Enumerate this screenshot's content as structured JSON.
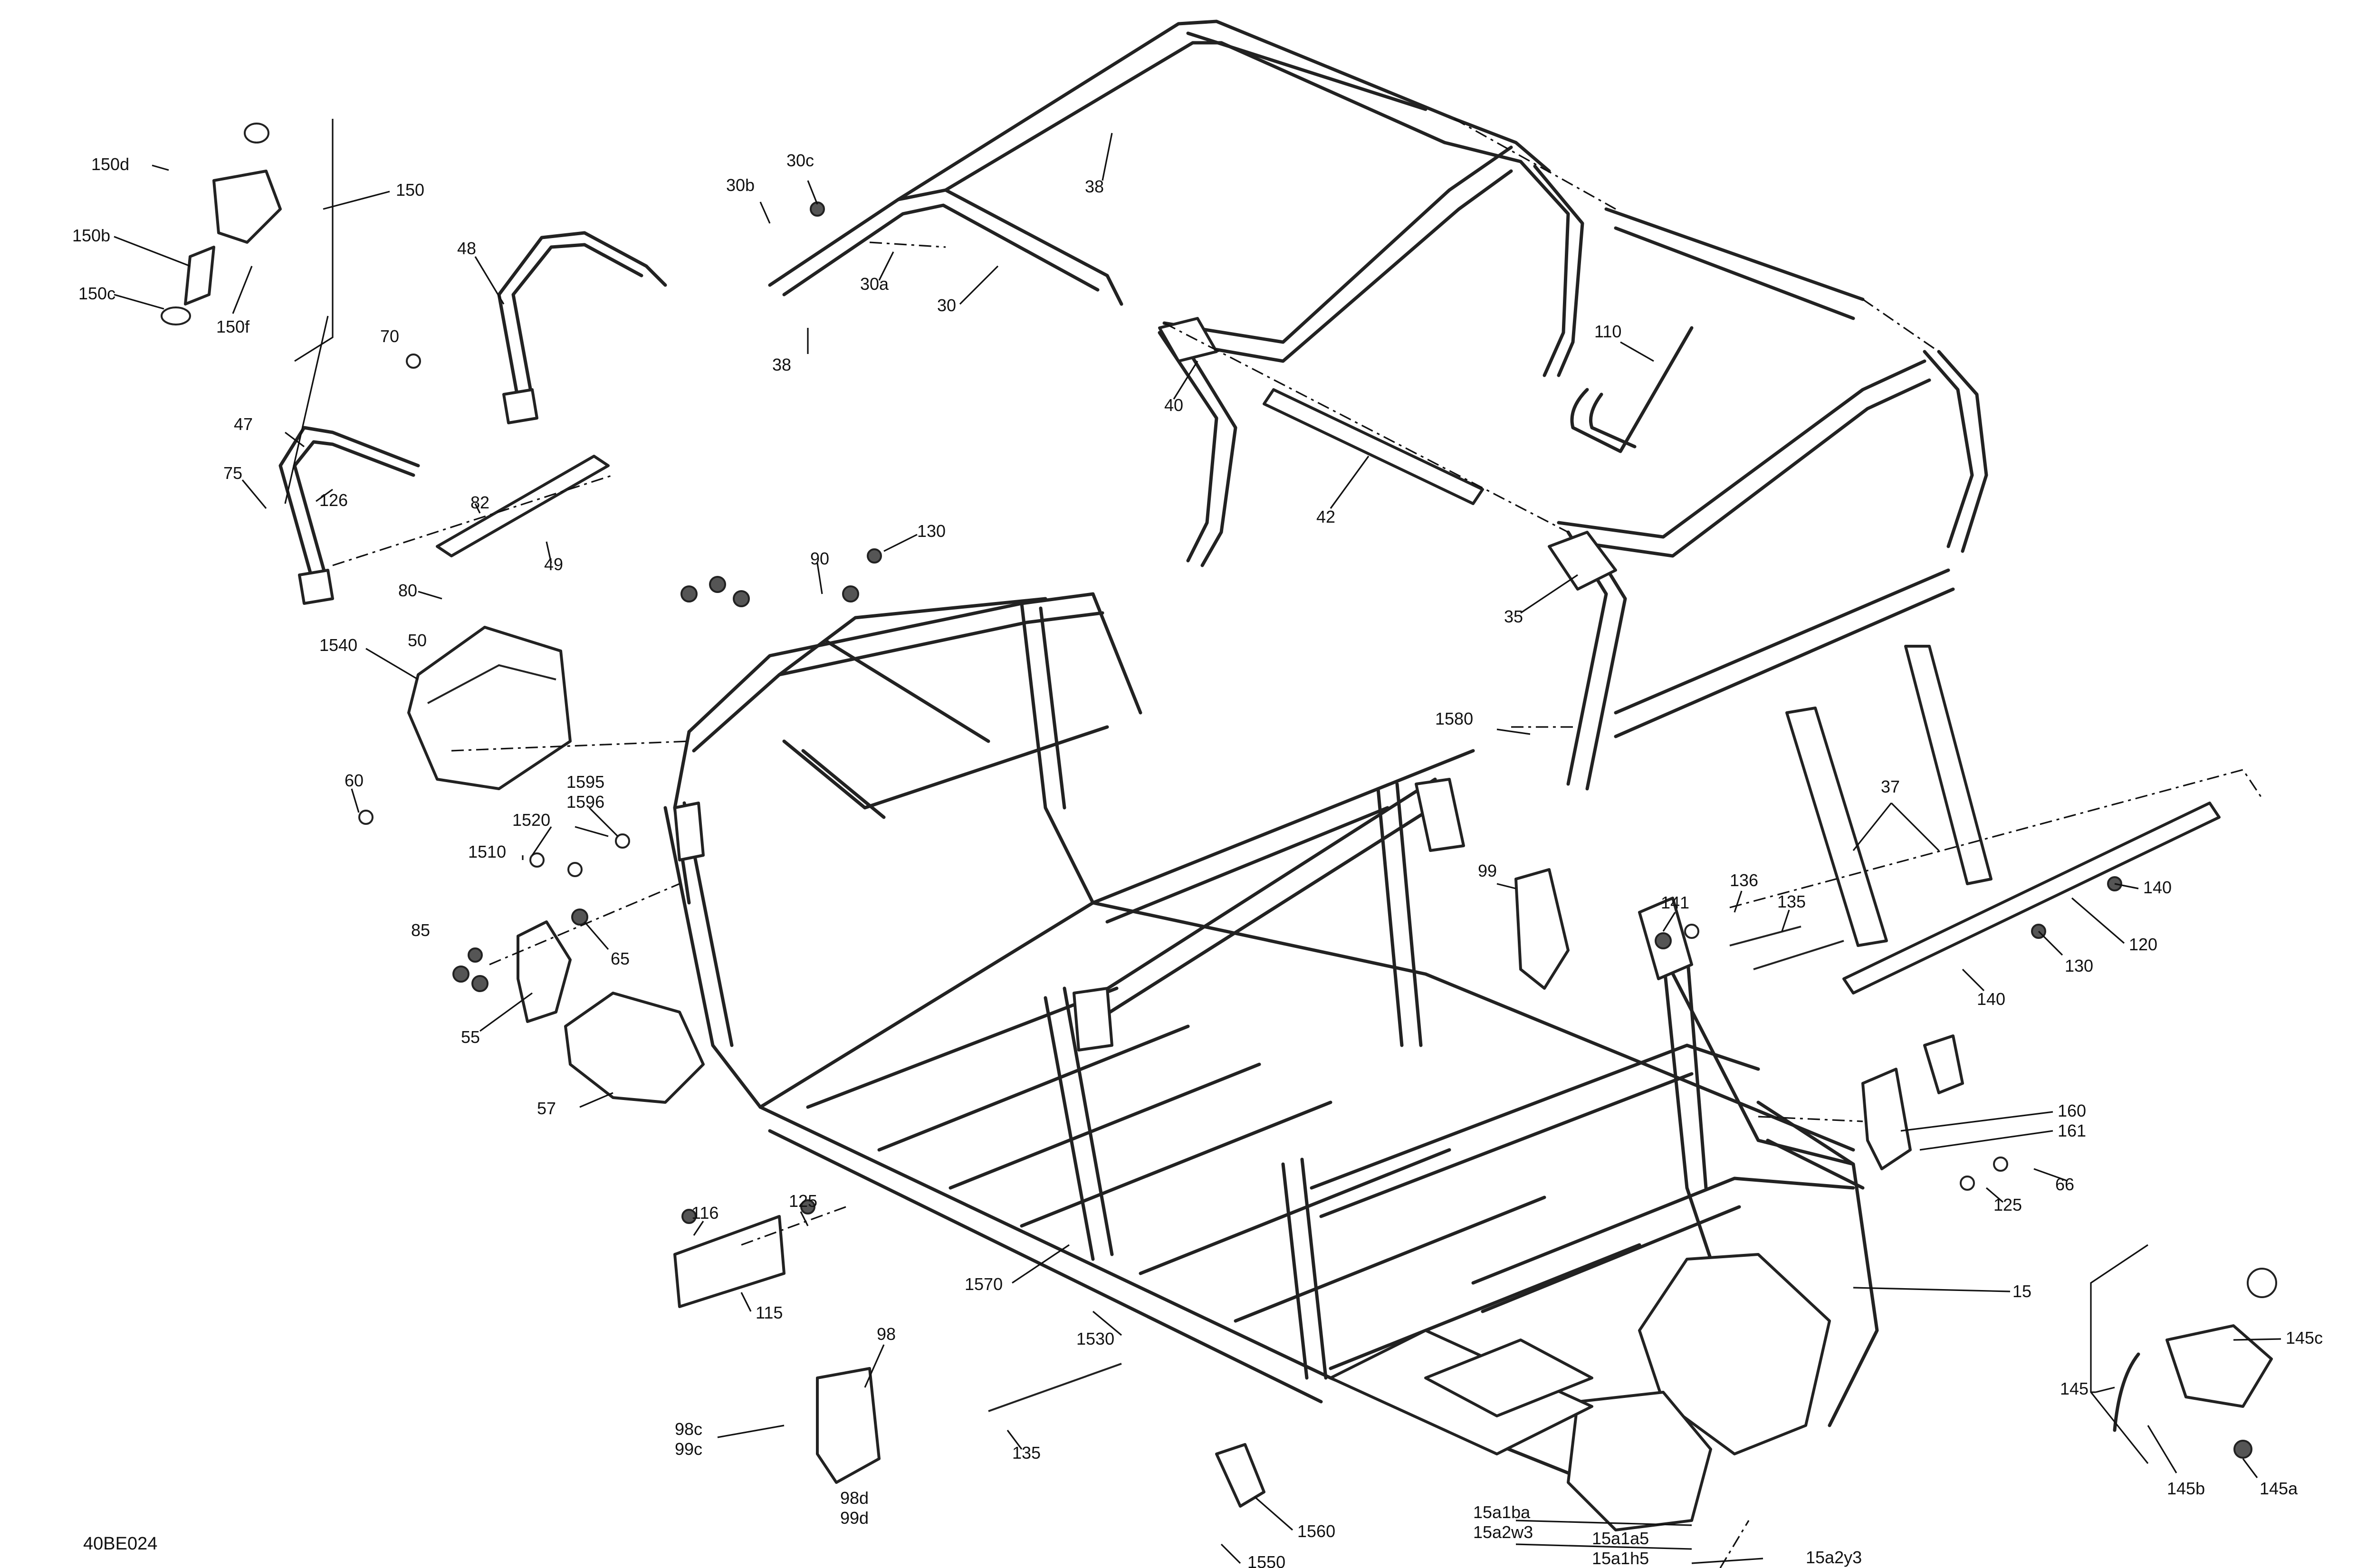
{
  "drawing_code": "40BE024",
  "callouts": [
    {
      "id": "c150d",
      "text": "150d"
    },
    {
      "id": "c150b",
      "text": "150b"
    },
    {
      "id": "c150c",
      "text": "150c"
    },
    {
      "id": "c150f",
      "text": "150f"
    },
    {
      "id": "c150",
      "text": "150"
    },
    {
      "id": "c48",
      "text": "48"
    },
    {
      "id": "c70",
      "text": "70"
    },
    {
      "id": "c47",
      "text": "47"
    },
    {
      "id": "c75",
      "text": "75"
    },
    {
      "id": "c126",
      "text": "126"
    },
    {
      "id": "c82",
      "text": "82"
    },
    {
      "id": "c49",
      "text": "49"
    },
    {
      "id": "c80",
      "text": "80"
    },
    {
      "id": "c1540",
      "text": "1540"
    },
    {
      "id": "c50",
      "text": "50"
    },
    {
      "id": "c60",
      "text": "60"
    },
    {
      "id": "c1595",
      "text": "1595"
    },
    {
      "id": "c1596",
      "text": "1596"
    },
    {
      "id": "c1520",
      "text": "1520"
    },
    {
      "id": "c1510",
      "text": "1510"
    },
    {
      "id": "c85",
      "text": "85"
    },
    {
      "id": "c65",
      "text": "65"
    },
    {
      "id": "c55",
      "text": "55"
    },
    {
      "id": "c57",
      "text": "57"
    },
    {
      "id": "c90",
      "text": "90"
    },
    {
      "id": "c130a",
      "text": "130"
    },
    {
      "id": "c30c",
      "text": "30c"
    },
    {
      "id": "c30b",
      "text": "30b"
    },
    {
      "id": "c30a",
      "text": "30a"
    },
    {
      "id": "c30",
      "text": "30"
    },
    {
      "id": "c38a",
      "text": "38"
    },
    {
      "id": "c38b",
      "text": "38"
    },
    {
      "id": "c40",
      "text": "40"
    },
    {
      "id": "c42",
      "text": "42"
    },
    {
      "id": "c110",
      "text": "110"
    },
    {
      "id": "c35",
      "text": "35"
    },
    {
      "id": "c1580",
      "text": "1580"
    },
    {
      "id": "c37",
      "text": "37"
    },
    {
      "id": "c99",
      "text": "99"
    },
    {
      "id": "c141",
      "text": "141"
    },
    {
      "id": "c136",
      "text": "136"
    },
    {
      "id": "c135a",
      "text": "135"
    },
    {
      "id": "c140a",
      "text": "140"
    },
    {
      "id": "c130b",
      "text": "130"
    },
    {
      "id": "c120",
      "text": "120"
    },
    {
      "id": "c140b",
      "text": "140"
    },
    {
      "id": "c160",
      "text": "160"
    },
    {
      "id": "c161",
      "text": "161"
    },
    {
      "id": "c66",
      "text": "66"
    },
    {
      "id": "c125a",
      "text": "125"
    },
    {
      "id": "c15",
      "text": "15"
    },
    {
      "id": "c116",
      "text": "116"
    },
    {
      "id": "c125b",
      "text": "125"
    },
    {
      "id": "c115",
      "text": "115"
    },
    {
      "id": "c1570",
      "text": "1570"
    },
    {
      "id": "c1530",
      "text": "1530"
    },
    {
      "id": "c98",
      "text": "98"
    },
    {
      "id": "c98c",
      "text": "98c"
    },
    {
      "id": "c99c",
      "text": "99c"
    },
    {
      "id": "c98d",
      "text": "98d"
    },
    {
      "id": "c99d",
      "text": "99d"
    },
    {
      "id": "c135b",
      "text": "135"
    },
    {
      "id": "c1560",
      "text": "1560"
    },
    {
      "id": "c1550",
      "text": "1550"
    },
    {
      "id": "c15a1ba",
      "text": "15a1ba"
    },
    {
      "id": "c15a2w3",
      "text": "15a2w3"
    },
    {
      "id": "c15a1a5",
      "text": "15a1a5"
    },
    {
      "id": "c15a1h5",
      "text": "15a1h5"
    },
    {
      "id": "c15a2y3",
      "text": "15a2y3"
    },
    {
      "id": "c145",
      "text": "145"
    },
    {
      "id": "c145c",
      "text": "145c"
    },
    {
      "id": "c145b",
      "text": "145b"
    },
    {
      "id": "c145a",
      "text": "145a"
    }
  ]
}
